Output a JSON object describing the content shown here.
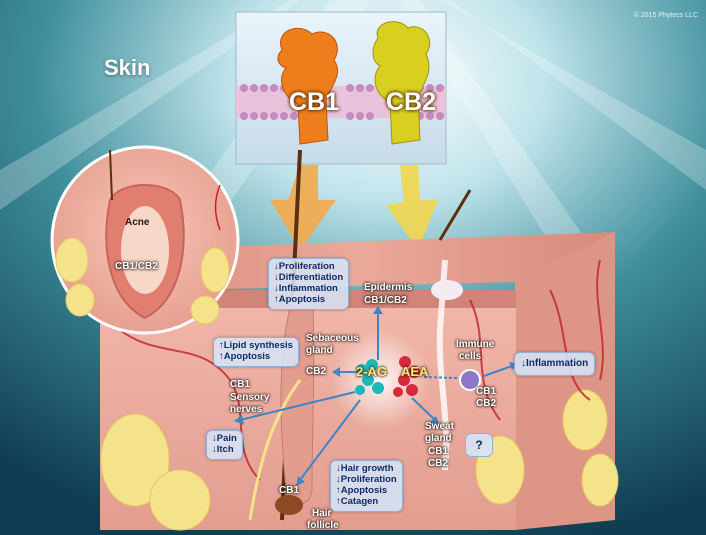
{
  "title": "Skin",
  "copyright": "© 2015 Phytecs LLC",
  "receptors": {
    "cb1": "CB1",
    "cb2": "CB2"
  },
  "inset": {
    "acne": "Acne",
    "receptor": "CB1/CB2"
  },
  "ligands": {
    "two_ag": "2-AG",
    "aea": "AEA"
  },
  "epidermis": {
    "title": "Epidermis",
    "receptor": "CB1/CB2"
  },
  "sebaceous": {
    "line1": "Sebaceous",
    "line2": "gland",
    "receptor": "CB2"
  },
  "sensory": {
    "receptor": "CB1",
    "line1": "Sensory",
    "line2": "nerves"
  },
  "hair": {
    "receptor": "CB1",
    "line1": "Hair",
    "line2": "follicle"
  },
  "sweat": {
    "line1": "Sweat",
    "line2": "gland",
    "receptor1": "CB1",
    "receptor2": "CB2"
  },
  "immune": {
    "line1": "Immune",
    "line2": "cells",
    "receptor1": "CB1",
    "receptor2": "CB2"
  },
  "effect_boxes": {
    "epidermis": [
      "↓Proliferation",
      "↓Differentiation",
      "↓Inflammation",
      "↑Apoptosis"
    ],
    "sebaceous": [
      "↑Lipid synthesis",
      "↑Apoptosis"
    ],
    "sensory": [
      "↓Pain",
      "↓Itch"
    ],
    "hair": [
      "↓Hair growth",
      "↓Proliferation",
      "↑Apoptosis",
      "↑Catagen"
    ],
    "immune": [
      "↓Inflammation"
    ],
    "sweat": "?"
  },
  "colors": {
    "background": "#2a6f7a",
    "skin": "#e8a598",
    "cb1_arrow": "#f5a84a",
    "cb2_arrow": "#f2d64e",
    "effect_arrow": "#3f86c9",
    "box_fill": "#d6e4f6",
    "box_text": "#0f2c66",
    "two_ag_molecule": "#1bb8b8",
    "aea_molecule": "#d62a3a"
  }
}
